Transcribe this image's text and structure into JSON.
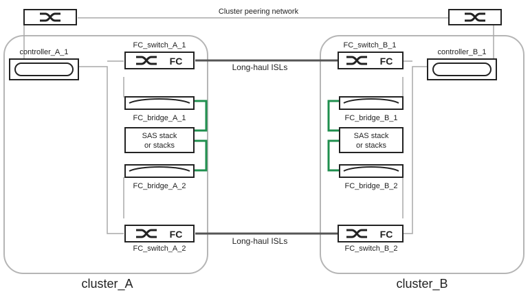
{
  "top_link_label": "Cluster peering network",
  "isl_labels": [
    "Long-haul ISLs",
    "Long-haul ISLs"
  ],
  "colors": {
    "line": "#a9a9a9",
    "box": "#333333",
    "cluster_border": "#b5b5b5",
    "sas_link": "#1f8f4e",
    "isl": "#555555"
  },
  "switch_badge": "FC",
  "clusters": [
    {
      "name": "cluster_A",
      "controller": "controller_A_1",
      "switches": [
        "FC_switch_A_1",
        "FC_switch_A_2"
      ],
      "bridges": [
        "FC_bridge_A_1",
        "FC_bridge_A_2"
      ],
      "sas": [
        "SAS stack",
        "or stacks"
      ]
    },
    {
      "name": "cluster_B",
      "controller": "controller_B_1",
      "switches": [
        "FC_switch_B_1",
        "FC_switch_B_2"
      ],
      "bridges": [
        "FC_bridge_B_1",
        "FC_bridge_B_2"
      ],
      "sas": [
        "SAS stack",
        "or stacks"
      ]
    }
  ]
}
